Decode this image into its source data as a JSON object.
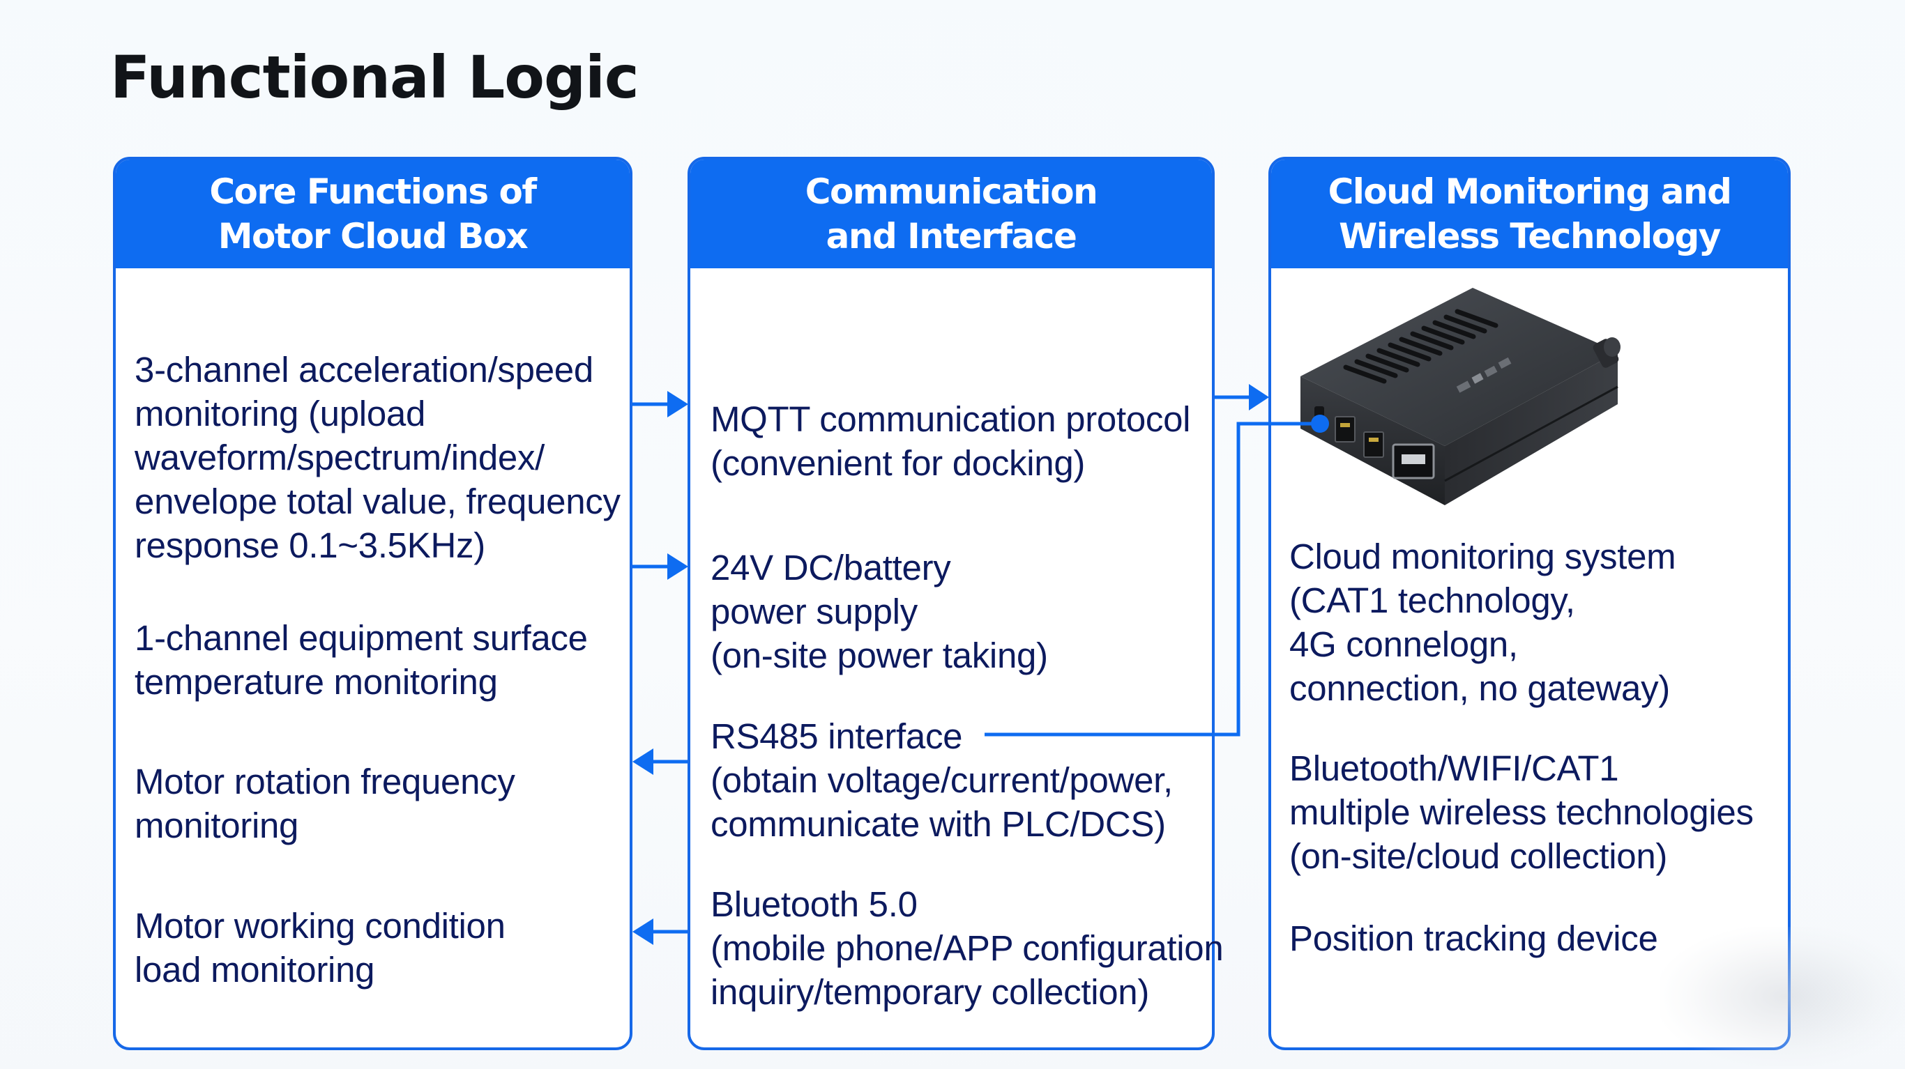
{
  "title": "Functional Logic",
  "colors": {
    "accent": "#0e6cf1",
    "border": "#1668e8",
    "text": "#0c1a5e",
    "title": "#111418",
    "device": "#2f3236"
  },
  "columns": [
    {
      "header": [
        "Core Functions of",
        "Motor Cloud Box"
      ],
      "items": [
        [
          "3-channel acceleration/speed",
          "monitoring (upload",
          "waveform/spectrum/index/",
          "envelope total value, frequency",
          "response 0.1~3.5KHz)"
        ],
        [
          "1-channel equipment surface",
          "temperature monitoring"
        ],
        [
          "Motor rotation frequency",
          "monitoring"
        ],
        [
          "Motor working condition",
          "load monitoring"
        ]
      ]
    },
    {
      "header": [
        "Communication",
        "and Interface"
      ],
      "items": [
        [
          "MQTT communication protocol",
          "(convenient for docking)"
        ],
        [
          "24V DC/battery",
          "power supply",
          "(on-site power taking)"
        ],
        [
          "RS485 interface",
          "(obtain voltage/current/power,",
          "communicate with PLC/DCS)"
        ],
        [
          "Bluetooth 5.0",
          "(mobile phone/APP configuration",
          "inquiry/temporary collection)"
        ]
      ]
    },
    {
      "header": [
        "Cloud Monitoring and",
        "Wireless Technology"
      ],
      "image": "motor-cloud-box-device",
      "items": [
        [
          "Cloud monitoring system",
          "(CAT1 technology,",
          "4G connelogn,",
          "connection, no gateway)"
        ],
        [
          "Bluetooth/WIFI/CAT1",
          "multiple wireless technologies",
          "(on-site/cloud collection)"
        ],
        [
          "Position tracking device"
        ]
      ]
    }
  ],
  "connectors": [
    {
      "from": "Core Functions (3-channel acceleration)",
      "to": "MQTT communication protocol",
      "direction": "right"
    },
    {
      "from": "Core Functions (3-channel acceleration)",
      "to": "24V DC/battery power supply",
      "direction": "right"
    },
    {
      "from": "RS485 interface",
      "to": "Core Functions (Motor rotation frequency)",
      "direction": "left"
    },
    {
      "from": "Bluetooth 5.0",
      "to": "Core Functions (Motor working condition)",
      "direction": "left"
    },
    {
      "from": "MQTT communication protocol",
      "to": "Cloud Monitoring and Wireless Technology",
      "direction": "right"
    },
    {
      "from": "RS485 interface",
      "to": "device port",
      "direction": "line"
    }
  ]
}
